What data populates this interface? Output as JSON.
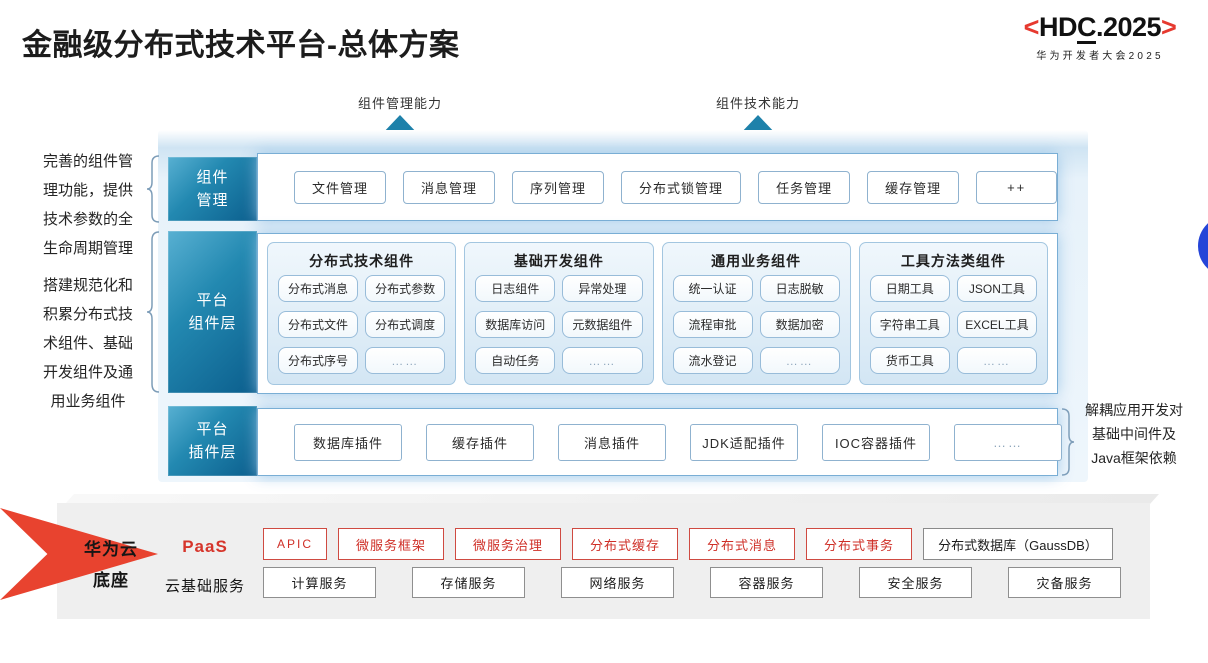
{
  "title": "金融级分布式技术平台-总体方案",
  "logo": {
    "open": "<",
    "hd": "HD",
    "c": "C",
    "year": ".2025",
    "close": ">",
    "subtitle": "华为开发者大会2025"
  },
  "capabilities": {
    "management": "组件管理能力",
    "technical": "组件技术能力"
  },
  "left_notes": {
    "management_note": {
      "line1": "完善的组件管",
      "line2": "理功能，提供",
      "line3": "技术参数的全",
      "line4": "生命周期管理"
    },
    "platform_note": {
      "line1": "搭建规范化和",
      "line2": "积累分布式技",
      "line3": "术组件、基础",
      "line4": "开发组件及通",
      "line5": "用业务组件"
    }
  },
  "right_note": {
    "line1": "解耦应用开发对",
    "line2": "基础中间件及",
    "line3": "Java框架依赖"
  },
  "component_management": {
    "label_line1": "组件",
    "label_line2": "管理",
    "items": [
      "文件管理",
      "消息管理",
      "序列管理",
      "分布式锁管理",
      "任务管理",
      "缓存管理",
      "++"
    ]
  },
  "platform_components": {
    "label_line1": "平台",
    "label_line2": "组件层",
    "groups": [
      {
        "title": "分布式技术组件",
        "items": [
          "分布式消息",
          "分布式参数",
          "分布式文件",
          "分布式调度",
          "分布式序号",
          "……"
        ]
      },
      {
        "title": "基础开发组件",
        "items": [
          "日志组件",
          "异常处理",
          "数据库访问",
          "元数据组件",
          "自动任务",
          "……"
        ]
      },
      {
        "title": "通用业务组件",
        "items": [
          "统一认证",
          "日志脱敏",
          "流程审批",
          "数据加密",
          "流水登记",
          "……"
        ]
      },
      {
        "title": "工具方法类组件",
        "items": [
          "日期工具",
          "JSON工具",
          "字符串工具",
          "EXCEL工具",
          "货币工具",
          "……"
        ]
      }
    ]
  },
  "platform_plugins": {
    "label_line1": "平台",
    "label_line2": "插件层",
    "items": [
      "数据库插件",
      "缓存插件",
      "消息插件",
      "JDK适配插件",
      "IOC容器插件",
      "……"
    ]
  },
  "foundation": {
    "label_line1": "华为云",
    "label_line2": "底座",
    "paas_label": "PaaS",
    "paas_items": [
      "APIC",
      "微服务框架",
      "微服务治理",
      "分布式缓存",
      "分布式消息",
      "分布式事务"
    ],
    "paas_neutral_item": "分布式数据库（GaussDB）",
    "cloud_label": "云基础服务",
    "cloud_items": [
      "计算服务",
      "存储服务",
      "网络服务",
      "容器服务",
      "安全服务",
      "灾备服务"
    ]
  },
  "colors": {
    "brand_red": "#e6392f",
    "layer_teal": "#1e81aa",
    "accent_blue_circle": "#2545d8",
    "paas_red": "#cf2f27"
  }
}
